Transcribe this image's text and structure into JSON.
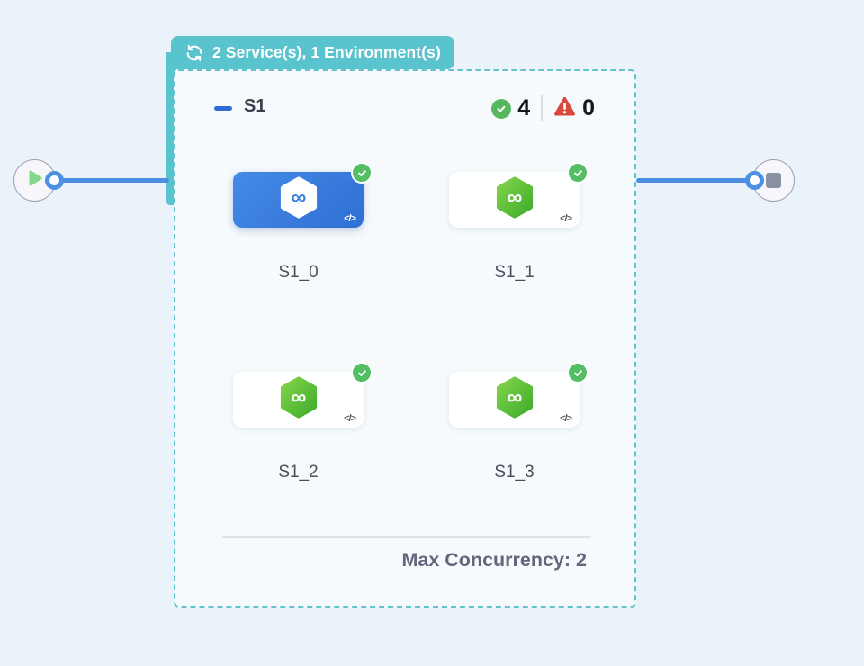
{
  "page": {
    "background": "#E9F3F9"
  },
  "header_badge": {
    "label": "2 Service(s), 1 Environment(s)",
    "background": "#59C3CE",
    "text_color": "#FFFFFF"
  },
  "group": {
    "title": "S1",
    "success_count": "4",
    "failed_count": "0",
    "max_concurrency": "Max Concurrency: 2",
    "border_color": "#62C2CE"
  },
  "services": [
    {
      "label": "S1_0",
      "selected": true,
      "status": "success"
    },
    {
      "label": "S1_1",
      "selected": false,
      "status": "success"
    },
    {
      "label": "S1_2",
      "selected": false,
      "status": "success"
    },
    {
      "label": "S1_3",
      "selected": false,
      "status": "success"
    }
  ],
  "nodes": {
    "start": "play-icon",
    "end": "stop-icon"
  },
  "icons": {
    "loop": "loop-icon",
    "check": "check-icon",
    "warning": "warning-triangle-icon",
    "service_glyph": "∞",
    "code_glyph": "</>"
  },
  "colors": {
    "canvas_bg": "#E9F3F9",
    "teal": "#59C3CE",
    "connector_blue": "#4B90E2",
    "selected_card_blue": "#3D7FD9",
    "success_green": "#53BE63",
    "error_red": "#D9483D",
    "hex_green_light": "#82D44A",
    "hex_green_dark": "#3FAC2B",
    "node_border_gray": "#9B9DB1",
    "stop_gray": "#8B8FA3",
    "play_green": "#84D789"
  }
}
